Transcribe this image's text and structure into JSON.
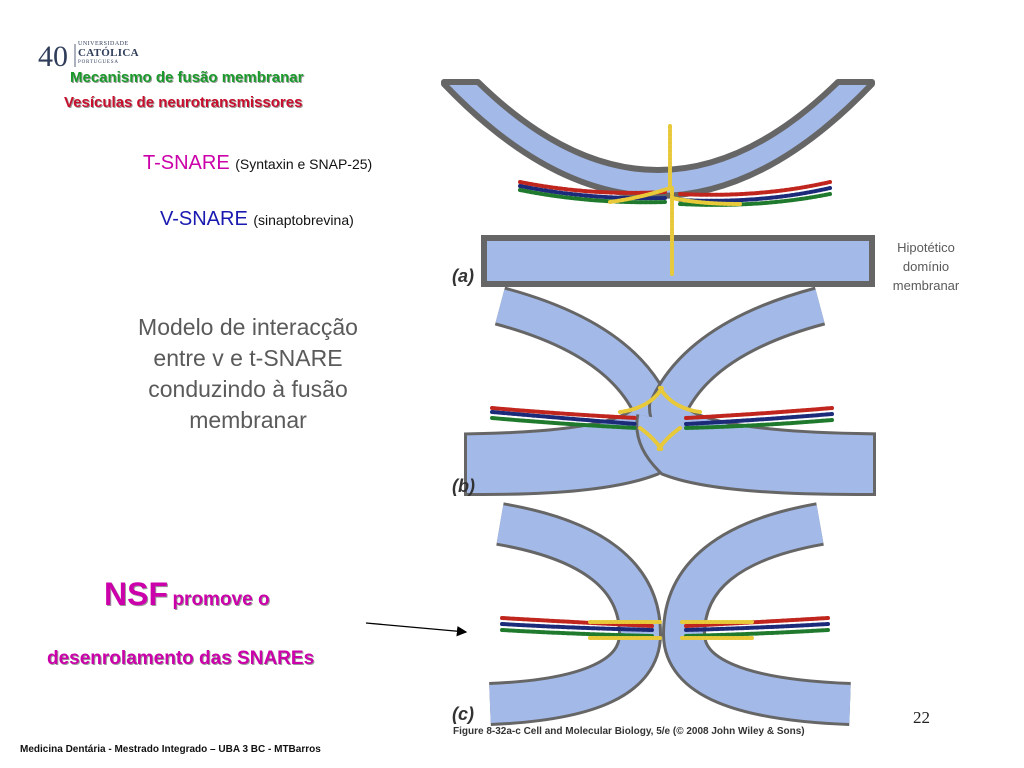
{
  "logo": {
    "number": "40",
    "line1": "UNIVERSIDADE",
    "line2": "CATÓLICA",
    "line3": "PORTUGUESA"
  },
  "title": {
    "line1": "Mecanismo de fusão membranar",
    "line2": "Vesículas de neurotransmissores"
  },
  "tsnare": {
    "name": "T-SNARE",
    "detail": "(Syntaxin e SNAP-25)"
  },
  "vsnare": {
    "name": "V-SNARE",
    "detail": "(sinaptobrevina)"
  },
  "model_text": {
    "l1": "Modelo de interacção",
    "l2": "entre v e t-SNARE",
    "l3": "conduzindo à fusão",
    "l4": "membranar"
  },
  "nsf": {
    "big": "NSF",
    "rest": "promove o",
    "line2": "desenrolamento das SNAREs"
  },
  "hypothetical": {
    "l1": "Hipotético",
    "l2": "domínio",
    "l3": "membranar"
  },
  "figure": {
    "labels": [
      "(a)",
      "(b)",
      "(c)"
    ],
    "caption": "Figure 8-32a-c  Cell and Molecular Biology, 5/e (© 2008 John Wiley & Sons)"
  },
  "page_number": "22",
  "footer": "Medicina Dentária - Mestrado Integrado – UBA 3 BC - MTBarros",
  "colors": {
    "membrane_fill": "#a3b9e8",
    "membrane_edge": "#666666",
    "helix_yellow": "#e8c93a",
    "helix_red": "#c0261e",
    "helix_green": "#207a2e",
    "helix_blue": "#1c2a7a",
    "title_green": "#1a9a2a",
    "title_red": "#c8102e",
    "accent_pink": "#cc00aa"
  }
}
